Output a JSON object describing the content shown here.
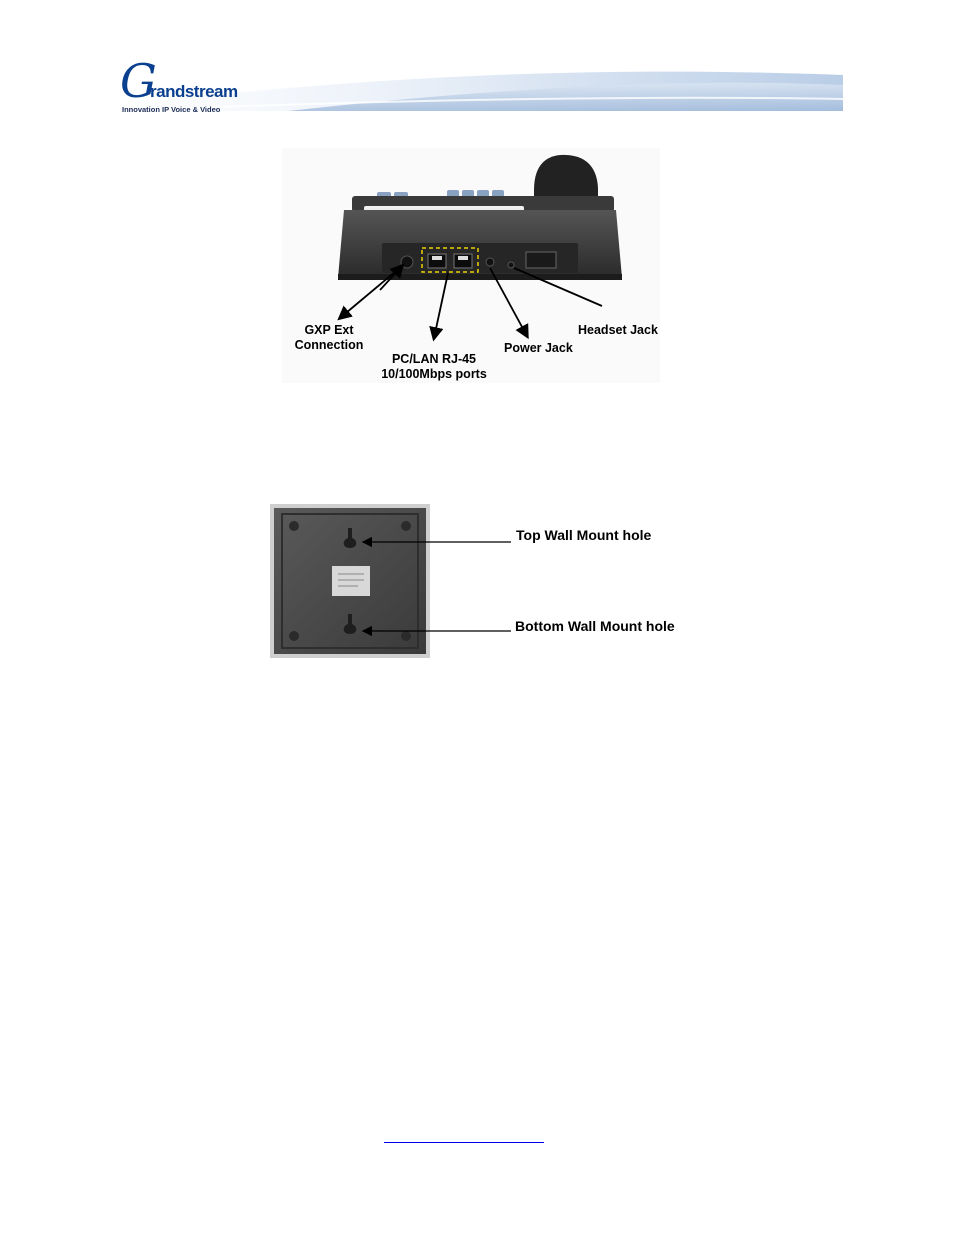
{
  "header": {
    "logo_initial": "G",
    "logo_word": "randstream",
    "logo_tagline": "Innovation IP Voice & Video",
    "brand_color": "#0b3f8f"
  },
  "figure_rear": {
    "labels": {
      "gxp_ext_line1": "GXP Ext",
      "gxp_ext_line2": "Connection",
      "pc_lan_line1": "PC/LAN RJ-45",
      "pc_lan_line2": "10/100Mbps ports",
      "power_jack": "Power Jack",
      "headset_jack": "Headset Jack"
    }
  },
  "figure_base": {
    "labels": {
      "top_hole": "Top Wall Mount hole",
      "bottom_hole": "Bottom Wall Mount hole"
    }
  },
  "footer": {
    "link_text": ""
  }
}
